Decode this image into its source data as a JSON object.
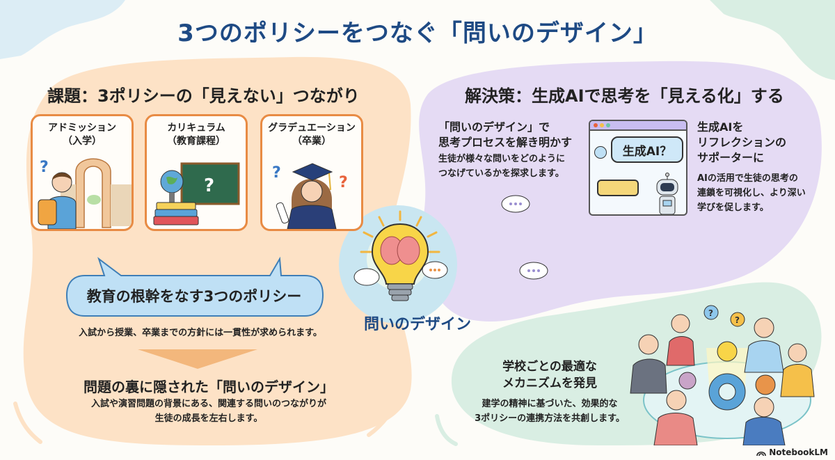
{
  "title": "3つのポリシーをつなぐ「問いのデザイン」",
  "colors": {
    "title": "#1e4a84",
    "left_panel": "#fde2c6",
    "right_panel": "#e5dbf4",
    "bottom_right_panel": "#d9eee3",
    "top_left_blob": "#dcedf5",
    "card_border": "#e88b44",
    "speech_bubble": "#bfe0f5",
    "arrow": "#f3b77c"
  },
  "problem": {
    "heading": "課題：3ポリシーの「見えない」つながり",
    "cards": [
      {
        "title": "アドミッション",
        "subtitle": "（入学）",
        "icon": "student-archway-illustration"
      },
      {
        "title": "カリキュラム",
        "subtitle": "（教育課程）",
        "icon": "globe-books-chalkboard-illustration"
      },
      {
        "title": "グラデュエーション",
        "subtitle": "（卒業）",
        "icon": "graduate-illustration"
      }
    ],
    "bubble_label": "教育の根幹をなす3つのポリシー",
    "bubble_desc": "入試から授業、卒業までの方針には一貫性が求められます。",
    "hidden_heading": "問題の裏に隠された「問いのデザイン」",
    "hidden_desc_line1": "入試や演習問題の背景にある、関連する問いのつながりが",
    "hidden_desc_line2": "生徒の成長を左右します。"
  },
  "center": {
    "label": "問いのデザイン",
    "icon": "lightbulb-brain-icon"
  },
  "solution": {
    "heading": "解決策：生成AIで思考を「見える化」する",
    "left_title_line1": "「問いのデザイン」で",
    "left_title_line2": "思考プロセスを解き明かす",
    "left_desc_line1": "生徒が様々な問いをどのように",
    "left_desc_line2": "つなげているかを探求します。",
    "window_bubble": "生成AI？",
    "right_title_line1": "生成AIを",
    "right_title_line2": "リフレクションの",
    "right_title_line3": "サポーターに",
    "right_desc_line1": "AIの活用で生徒の思考の",
    "right_desc_line2": "連鎖を可視化し、より深い",
    "right_desc_line3": "学びを促します。"
  },
  "mechanism": {
    "title_line1": "学校ごとの最適な",
    "title_line2": "メカニズムを発見",
    "desc_line1": "建学の精神に基づいた、効果的な",
    "desc_line2": "3ポリシーの連携方法を共創します。"
  },
  "footer": {
    "brand": "NotebookLM"
  }
}
